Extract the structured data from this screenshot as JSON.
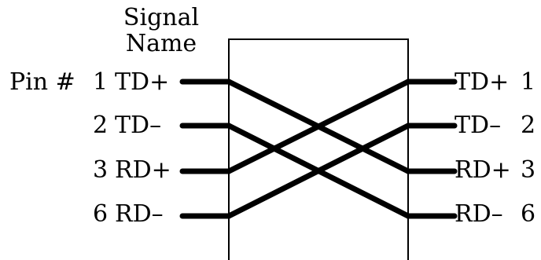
{
  "header": {
    "line1": "Signal",
    "line2": "Name"
  },
  "left": {
    "pin_prefix": "Pin #",
    "rows": [
      {
        "pin": "1",
        "signal": "TD+"
      },
      {
        "pin": "2",
        "signal": "TD–"
      },
      {
        "pin": "3",
        "signal": "RD+"
      },
      {
        "pin": "6",
        "signal": "RD–"
      }
    ]
  },
  "right": {
    "rows": [
      {
        "signal": "TD+",
        "pin": "1"
      },
      {
        "signal": "TD–",
        "pin": "2"
      },
      {
        "signal": "RD+",
        "pin": "3"
      },
      {
        "signal": "RD–",
        "pin": "6"
      }
    ]
  },
  "crossover": [
    {
      "from": "TD+",
      "to": "RD+"
    },
    {
      "from": "TD–",
      "to": "RD–"
    },
    {
      "from": "RD+",
      "to": "TD+"
    },
    {
      "from": "RD–",
      "to": "TD–"
    }
  ],
  "colors": {
    "wire": "#000000",
    "box": "#000000",
    "background": "#ffffff"
  }
}
